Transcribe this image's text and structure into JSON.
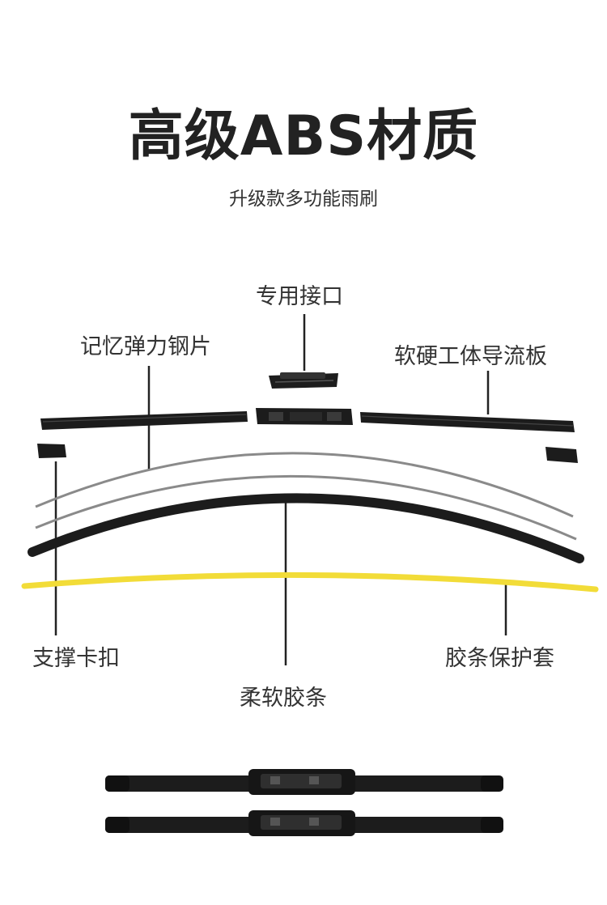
{
  "header": {
    "title": "高级ABS材质",
    "subtitle": "升级款多功能雨刷"
  },
  "labels": {
    "connector": "专用接口",
    "spring_steel": "记忆弹力钢片",
    "spoiler": "软硬工体导流板",
    "clip": "支撑卡扣",
    "rubber": "柔软胶条",
    "cover": "胶条保护套"
  },
  "colors": {
    "blade_black": "#1c1c1c",
    "cover_yellow": "#f2dc38",
    "steel_gray": "#8a8a8a",
    "background": "#ffffff"
  }
}
